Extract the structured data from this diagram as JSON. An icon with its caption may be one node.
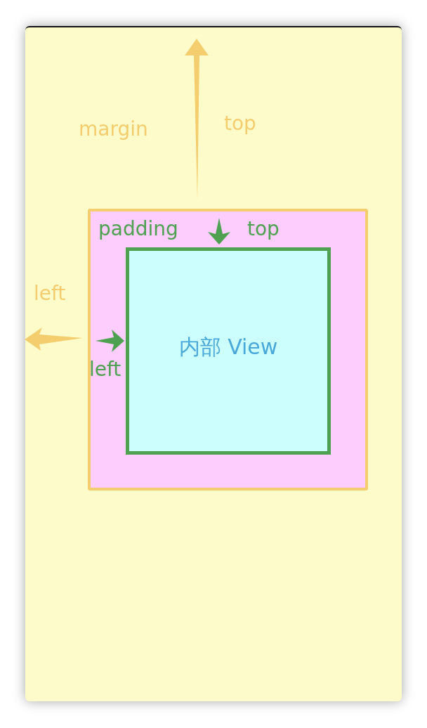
{
  "diagram": {
    "nodes": [
      {
        "text": [],
        "shape": "box"
      },
      {
        "text": [
          "内部 View"
        ],
        "in": 0
      }
    ],
    "edges": [],
    "labels": [
      "margin",
      "top",
      "padding",
      "top",
      "left",
      "left"
    ]
  }
}
